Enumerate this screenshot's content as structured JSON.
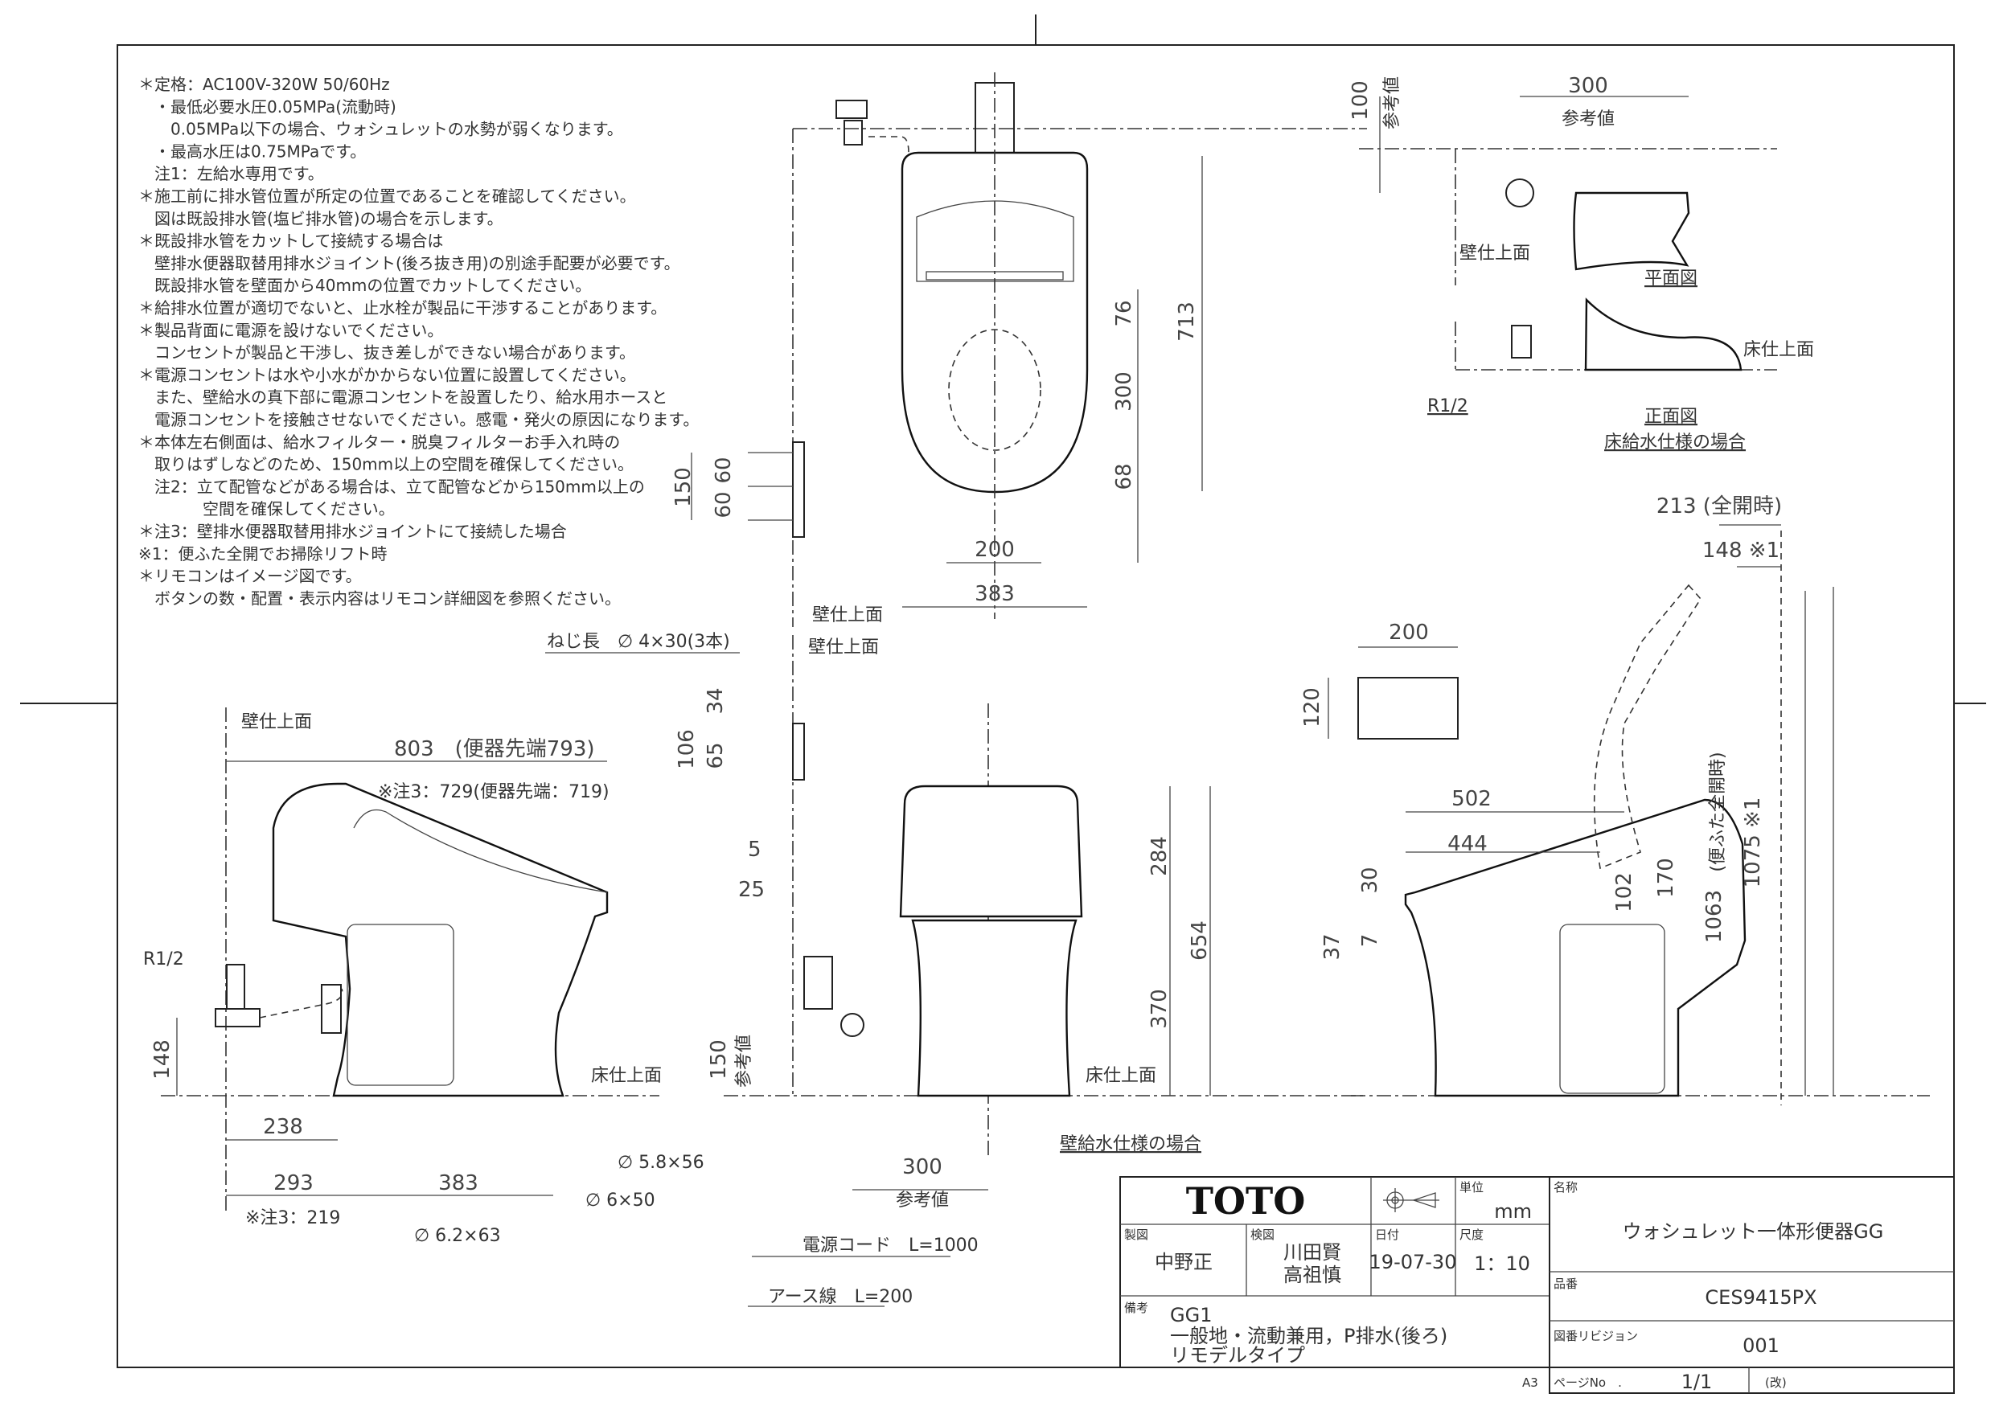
{
  "notes": [
    "＊定格：AC100V-320W 50/60Hz",
    "　・最低必要水圧0.05MPa(流動時)",
    "　　0.05MPa以下の場合、ウォシュレットの水勢が弱くなります。",
    "　・最高水圧は0.75MPaです。",
    "　注1：左給水専用です。",
    "＊施工前に排水管位置が所定の位置であることを確認してください。",
    "　図は既設排水管(塩ビ排水管)の場合を示します。",
    "＊既設排水管をカットして接続する場合は",
    "　壁排水便器取替用排水ジョイント(後ろ抜き用)の別途手配要が必要です。",
    "　既設排水管を壁面から40mmの位置でカットしてください。",
    "＊給排水位置が適切でないと、止水栓が製品に干渉することがあります。",
    "＊製品背面に電源を設けないでください。",
    "　コンセントが製品と干渉し、抜き差しができない場合があります。",
    "＊電源コンセントは水や小水がかからない位置に設置してください。",
    "　また、壁給水の真下部に電源コンセントを設置したり、給水用ホースと",
    "　電源コンセントを接触させないでください。感電・発火の原因になります。",
    "＊本体左右側面は、給水フィルター・脱臭フィルターお手入れ時の",
    "　取りはずしなどのため、150mm以上の空間を確保してください。",
    "　注2：立て配管などがある場合は、立て配管などから150mm以上の",
    "　　　　空間を確保してください。",
    "＊注3：壁排水便器取替用排水ジョイントにて接続した場合",
    "※1：便ふた全開でお掃除リフト時",
    "＊リモコンはイメージ図です。",
    "　ボタンの数・配置・表示内容はリモコン詳細図を参照ください。"
  ],
  "plan_view": {
    "d76": "76",
    "d300": "300",
    "d68": "68",
    "d713": "713",
    "d200": "200",
    "d383": "383",
    "d150": "150",
    "d60a": "60",
    "d60b": "60",
    "screw": "ねじ長　∅ 4×30(3本)",
    "wall": "壁仕上面"
  },
  "side_view_left": {
    "wall": "壁仕上面",
    "d803": "803　(便器先端793)",
    "d729": "※注3：729(便器先端：719)",
    "r12": "R1/2",
    "d148": "148",
    "floor": "床仕上面",
    "d238": "238",
    "d293": "293",
    "d383": "383",
    "d219": "※注3：219",
    "a1": "∅ 5.8×56",
    "a2": "∅ 6×50",
    "a3": "∅ 6.2×63"
  },
  "front_view": {
    "wall": "壁仕上面",
    "d34": "34",
    "d106": "106",
    "d65": "65",
    "d5": "5",
    "d25": "25",
    "d150": "150",
    "ref": "参考値",
    "d284": "284",
    "d370": "370",
    "d654": "654",
    "floor": "床仕上面",
    "caption": "壁給水仕様の場合",
    "d300": "300",
    "ref2": "参考値",
    "cord": "電源コード　L=1000",
    "earth": "アース線　L=200"
  },
  "side_view_right": {
    "d213": "213 (全開時)",
    "d148": "148 ※1",
    "r200": "200",
    "r120": "120",
    "d502": "502",
    "d444": "444",
    "d30": "30",
    "d37": "37",
    "d7": "7",
    "d102": "102",
    "d170": "170",
    "lidnote": "(便ふた全開時)",
    "d1063": "1063",
    "d1075": "1075 ※1"
  },
  "floor_supply": {
    "d100": "100",
    "ref_v": "参考値",
    "d300": "300",
    "ref": "参考値",
    "wall": "壁仕上面",
    "plan": "平面図",
    "floor": "床仕上面",
    "r12": "R1/2",
    "front": "正面図",
    "caption": "床給水仕様の場合"
  },
  "title_block": {
    "logo": "TOTO",
    "projection_icon": "third-angle-projection-icon",
    "unit_label": "単位",
    "unit": "mm",
    "name_label": "名称",
    "name": "ウォシュレット一体形便器GG",
    "drawn_label": "製図",
    "drawn": "中野正",
    "checked_label": "検図",
    "checked1": "川田賢",
    "checked2": "高祖慎",
    "date_label": "日付",
    "date": "19-07-30",
    "scale_label": "尺度",
    "scale": "1：10",
    "part_label": "品番",
    "part": "CES9415PX",
    "rev_label": "図番リビジョン",
    "rev": "001",
    "remarks_label": "備考",
    "remarks": [
      "GG1",
      "一般地・流動兼用，P排水(後ろ)",
      "リモデルタイプ"
    ],
    "paper": "A3",
    "page_label": "ページNo　.",
    "page": "1/1",
    "revmark": "(改)"
  }
}
